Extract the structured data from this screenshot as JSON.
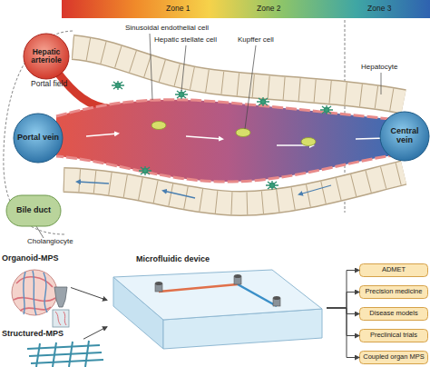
{
  "diagram": {
    "nodes": [
      {
        "text": [
          "Hepatic arteriole"
        ]
      },
      {
        "text": [
          "Portal vein"
        ]
      },
      {
        "text": [
          "Central vein"
        ]
      },
      {
        "text": [
          "Bile duct"
        ]
      },
      {
        "text": [
          "Organoid-MPS"
        ]
      },
      {
        "text": [
          "Structured-MPS"
        ]
      },
      {
        "text": [
          "Microfluidic device"
        ]
      },
      {
        "text": [
          "ADMET"
        ]
      },
      {
        "text": [
          "Precision medicine"
        ]
      },
      {
        "text": [
          "Disease models"
        ]
      },
      {
        "text": [
          "Preclinical trials"
        ]
      },
      {
        "text": [
          "Coupled organ MPS"
        ]
      }
    ],
    "edges": [
      {
        "from": 4,
        "to": 6,
        "arrow": "to"
      },
      {
        "from": 5,
        "to": 6,
        "arrow": "to"
      },
      {
        "from": 6,
        "to": 7,
        "arrow": "to"
      },
      {
        "from": 6,
        "to": 8,
        "arrow": "to"
      },
      {
        "from": 6,
        "to": 9,
        "arrow": "to"
      },
      {
        "from": 6,
        "to": 10,
        "arrow": "to"
      },
      {
        "from": 6,
        "to": 11,
        "arrow": "to"
      }
    ],
    "labels": [
      "Zone 1",
      "Zone 2",
      "Zone 3",
      "Portal field",
      "Sinusoidal endothelial cell",
      "Hepatic stellate cell",
      "Kupffer cell",
      "Hepatocyte",
      "Cholangiocyte"
    ]
  }
}
